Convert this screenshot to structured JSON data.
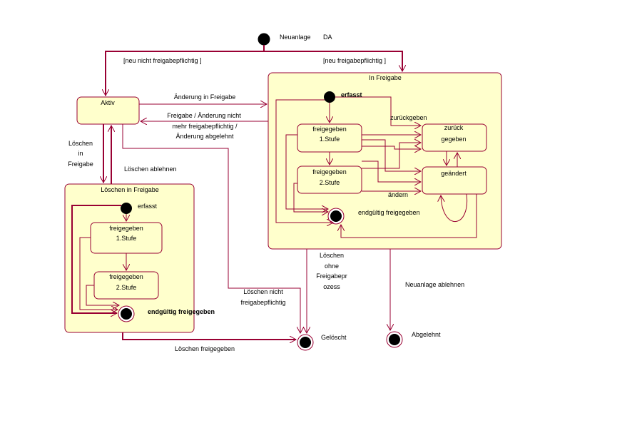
{
  "colors": {
    "line": "#990033",
    "fill": "#ffffcc"
  },
  "labels": {
    "neuanlage": "Neuanlage",
    "da": "DA",
    "neu_nicht_freigabepflichtig": "[neu nicht freigabepflichtig ]",
    "neu_freigabepflichtig": "[neu freigabepflichtig ]",
    "aenderung_in_freigabe": "Änderung in Freigabe",
    "freigabe_aenderung_nicht": "Freigabe / Änderung nicht",
    "mehr_freigabepflichtig": "mehr freigabepflichtig /",
    "aenderung_abgelehnt": "Änderung abgelehnt",
    "loeschen_in_freigabe_1": "Löschen",
    "loeschen_in_freigabe_2": "in",
    "loeschen_in_freigabe_3": "Freigabe",
    "loeschen_ablehnen": "Löschen ablehnen",
    "loeschen_nicht_1": "Löschen nicht",
    "loeschen_nicht_2": "freigabepflichtig",
    "loeschen_ohne_1": "Löschen",
    "loeschen_ohne_2": "ohne",
    "loeschen_ohne_3": "Freigabepr",
    "loeschen_ohne_4": "ozess",
    "neuanlage_ablehnen": "Neuanlage ablehnen",
    "loeschen_freigegeben": "Löschen freigegeben",
    "zurueckgeben": "zurückgeben",
    "aendern": "ändern",
    "endgueltig_right": "endgültig freigegeben",
    "endgueltig_left": "endgültig freigegeben"
  },
  "states": {
    "aktiv": "Aktiv",
    "in_freigabe": "In Freigabe",
    "loeschen_in_freigabe": "Löschen in Freigabe",
    "erfasst_right": "erfasst",
    "erfasst_left": "erfasst",
    "freigegeben_1_right_a": "freigegeben",
    "freigegeben_1_right_b": "1.Stufe",
    "freigegeben_2_right_a": "freigegeben",
    "freigegeben_2_right_b": "2.Stufe",
    "zurueck_a": "zurück",
    "zurueck_b": "gegeben",
    "geaendert": "geändert",
    "freigegeben_1_left_a": "freigegeben",
    "freigegeben_1_left_b": "1.Stufe",
    "freigegeben_2_left_a": "freigegeben",
    "freigegeben_2_left_b": "2.Stufe",
    "geloescht": "Gelöscht",
    "abgelehnt": "Abgelehnt"
  }
}
